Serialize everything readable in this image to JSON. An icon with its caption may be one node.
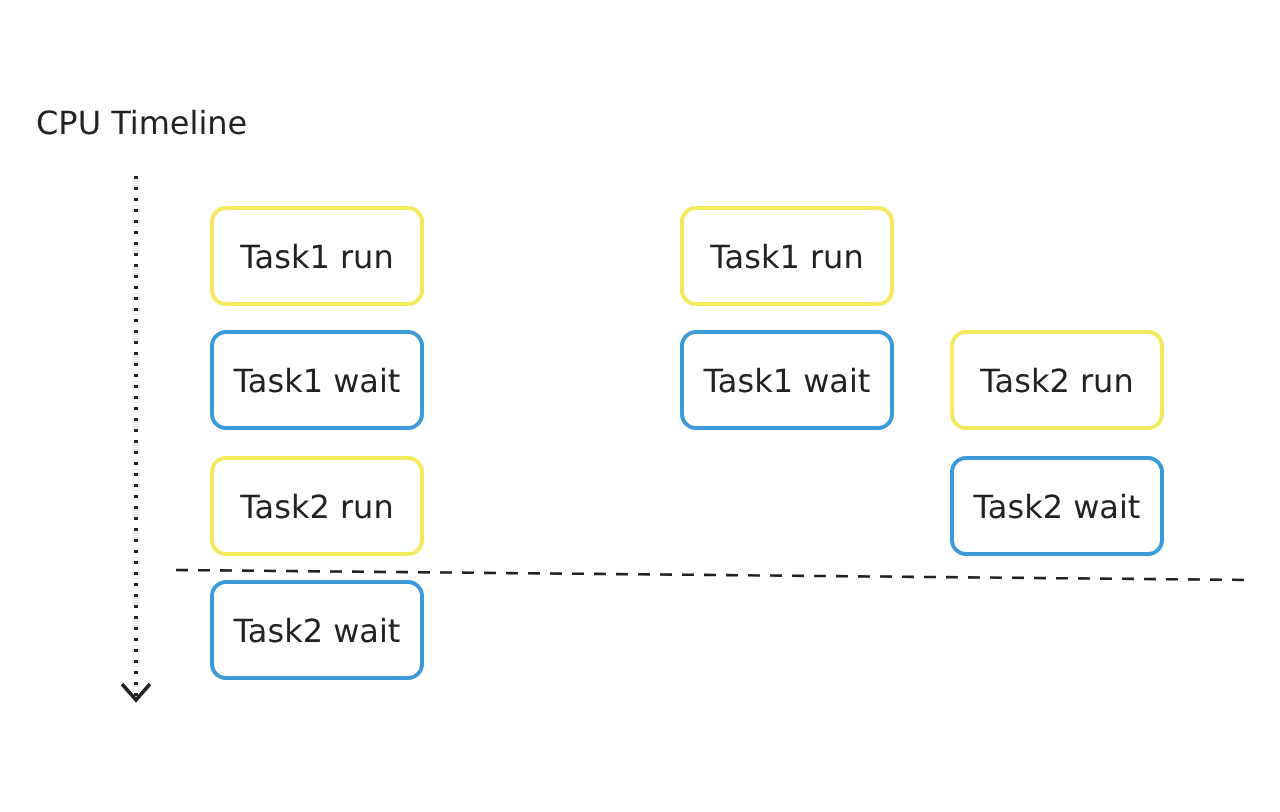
{
  "diagram": {
    "title": "CPU Timeline",
    "nodes": [
      {
        "text": [
          "Task1 run"
        ]
      },
      {
        "text": [
          "Task1 run"
        ]
      },
      {
        "text": [
          "Task1 wait"
        ]
      },
      {
        "text": [
          "Task1 wait"
        ]
      },
      {
        "text": [
          "Task2 run"
        ]
      },
      {
        "text": [
          "Task2 run"
        ]
      },
      {
        "text": [
          "Task2 wait"
        ]
      },
      {
        "text": [
          "Task2 wait"
        ]
      }
    ]
  }
}
